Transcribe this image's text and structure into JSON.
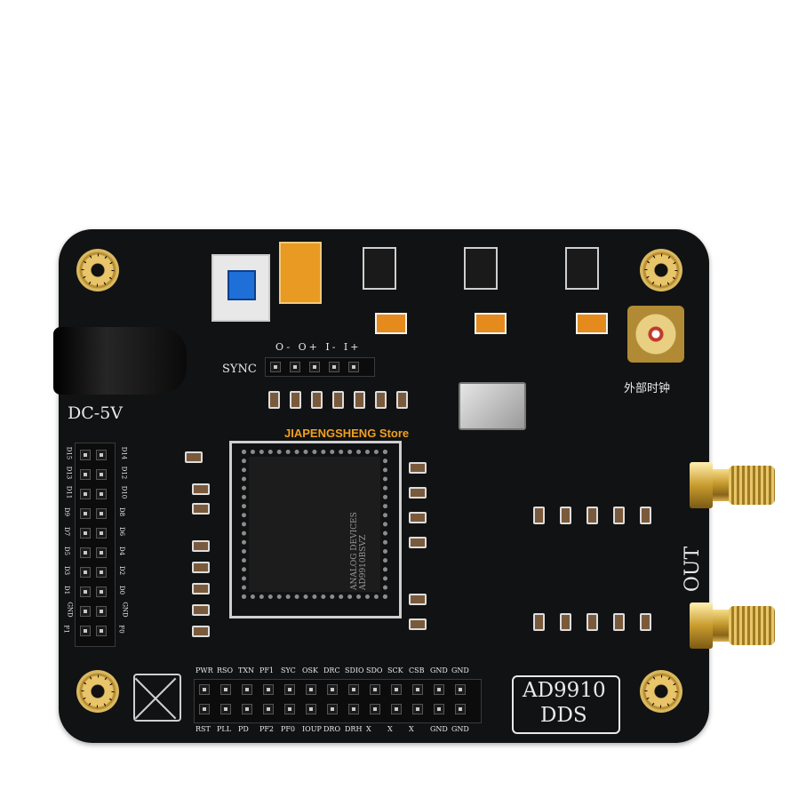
{
  "watermark": "JIAPENGSHENG Store",
  "board": {
    "model": "AD9910",
    "type": "DDS",
    "power_label": "DC-5V",
    "sync_label": "SYNC",
    "out_label": "OUT",
    "ext_clock_label": "外部时钟",
    "chip_text": "ANALOG DEVICES AD9910BSVZ",
    "top_header_pins": "O- O+ I- I+",
    "bottom_header_top_labels": [
      "PWR",
      "RSO",
      "TXN",
      "PF1",
      "SYC",
      "OSK",
      "DRC",
      "SDIO",
      "SDO",
      "SCK",
      "CSB",
      "GND",
      "GND"
    ],
    "bottom_header_bottom_labels": [
      "RST",
      "PLL",
      "PD",
      "PF2",
      "PF0",
      "IOUP",
      "DRO",
      "DRH",
      "X",
      "X",
      "X",
      "GND",
      "GND"
    ],
    "left_header_labels": [
      "D15",
      "D13",
      "D11",
      "D9",
      "D7",
      "D5",
      "D3",
      "D1",
      "GND",
      "F1"
    ],
    "left_header_labels_b": [
      "D14",
      "D12",
      "D10",
      "D8",
      "D6",
      "D4",
      "D2",
      "D0",
      "GND",
      "F0"
    ]
  },
  "colors": {
    "pcb": "#111213",
    "gold": "#d9b860",
    "silk": "#e9e9e9",
    "watermark": "#f0a01e"
  }
}
